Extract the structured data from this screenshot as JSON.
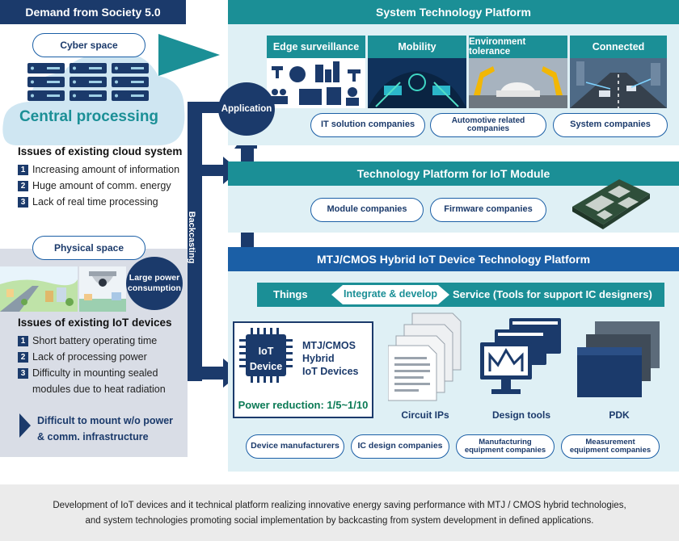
{
  "left": {
    "header": "Demand from Society 5.0",
    "cyber_space": "Cyber space",
    "central_processing": "Central processing",
    "cloud_issues_title": "Issues of existing cloud system",
    "cloud_issues": [
      {
        "num": "1",
        "text": "Increasing amount of information"
      },
      {
        "num": "2",
        "text": "Huge amount of comm. energy"
      },
      {
        "num": "3",
        "text": "Lack of real time processing"
      }
    ],
    "physical_space": "Physical space",
    "large_power": "Large power consumption",
    "iot_issues_title": "Issues of existing IoT devices",
    "iot_issues": [
      {
        "num": "1",
        "text": "Short battery operating time"
      },
      {
        "num": "2",
        "text": "Lack of processing power"
      },
      {
        "num": "3",
        "text": "Difficulty in mounting sealed"
      }
    ],
    "iot_issue3_cont": "modules due to heat radiation",
    "difficult_line1": "Difficult to mount w/o power",
    "difficult_line2": "& comm. infrastructure"
  },
  "middle": {
    "application": "Application",
    "backcasting": "Backcasting"
  },
  "system_platform": {
    "header": "System Technology Platform",
    "tiles": [
      "Edge surveillance",
      "Mobility",
      "Environment tolerance",
      "Connected"
    ],
    "companies": [
      "IT solution companies",
      "Automotive related companies",
      "System companies"
    ]
  },
  "iot_module_platform": {
    "header": "Technology Platform for IoT Module",
    "companies": [
      "Module companies",
      "Firmware companies"
    ]
  },
  "mtj_platform": {
    "header": "MTJ/CMOS Hybrid IoT Device Technology Platform",
    "things": "Things",
    "integrate": "Integrate & develop",
    "service": "Service (Tools for support IC designers)",
    "chip_line1": "IoT",
    "chip_line2": "Device",
    "device_line1": "MTJ/CMOS",
    "device_line2": "Hybrid",
    "device_line3": "IoT Devices",
    "power_reduction": "Power reduction: 1/5~1/10",
    "tools": [
      "Circuit IPs",
      "Design tools",
      "PDK"
    ],
    "companies": [
      "Device manufacturers",
      "IC design companies",
      "Manufacturing equipment companies",
      "Measurement equipment companies"
    ]
  },
  "caption": {
    "line1": "Development of IoT devices and it technical platform realizing innovative energy saving performance with MTJ / CMOS hybrid technologies,",
    "line2": "and system technologies promoting social implementation by backcasting from system development in defined applications."
  },
  "colors": {
    "navy": "#1b3a6b",
    "teal": "#1b8f96",
    "light_blue": "#dff0f5",
    "dark_teal_text": "#0b7a55"
  }
}
